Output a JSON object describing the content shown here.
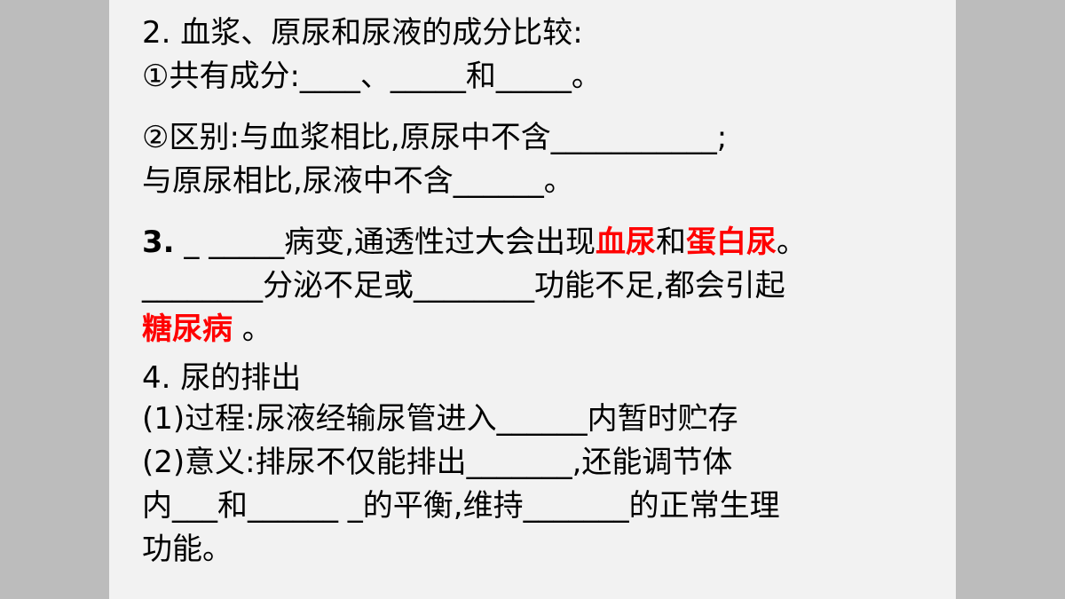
{
  "colors": {
    "background": "#f2f2f2",
    "side_bars": "#bcbcbc",
    "text": "#000000",
    "highlight": "#ff0000"
  },
  "lines": {
    "l1": "2.  血浆、原尿和尿液的成分比较:",
    "l2": "①共有成分:____、_____和_____。",
    "l3": "②区别:与血浆相比,原尿中不含___________;",
    "l4": "与原尿相比,尿液中不含______。",
    "l5_num": "3.",
    "l5_a": " _ _____病变,通透性过大会出现",
    "l5_red1": "血尿",
    "l5_b": "和",
    "l5_red2": "蛋白尿",
    "l5_c": "。",
    "l6": "________分泌不足或________功能不足,都会引起",
    "l7_red": "糖尿病",
    "l7_b": " 。",
    "l8": "4. 尿的排出",
    "l9": "(1)过程:尿液经输尿管进入______内暂时贮存",
    "l10": "(2)意义:排尿不仅能排出_______,还能调节体",
    "l11": "内___和______ _的平衡,维持_______的正常生理",
    "l12": "功能。"
  }
}
